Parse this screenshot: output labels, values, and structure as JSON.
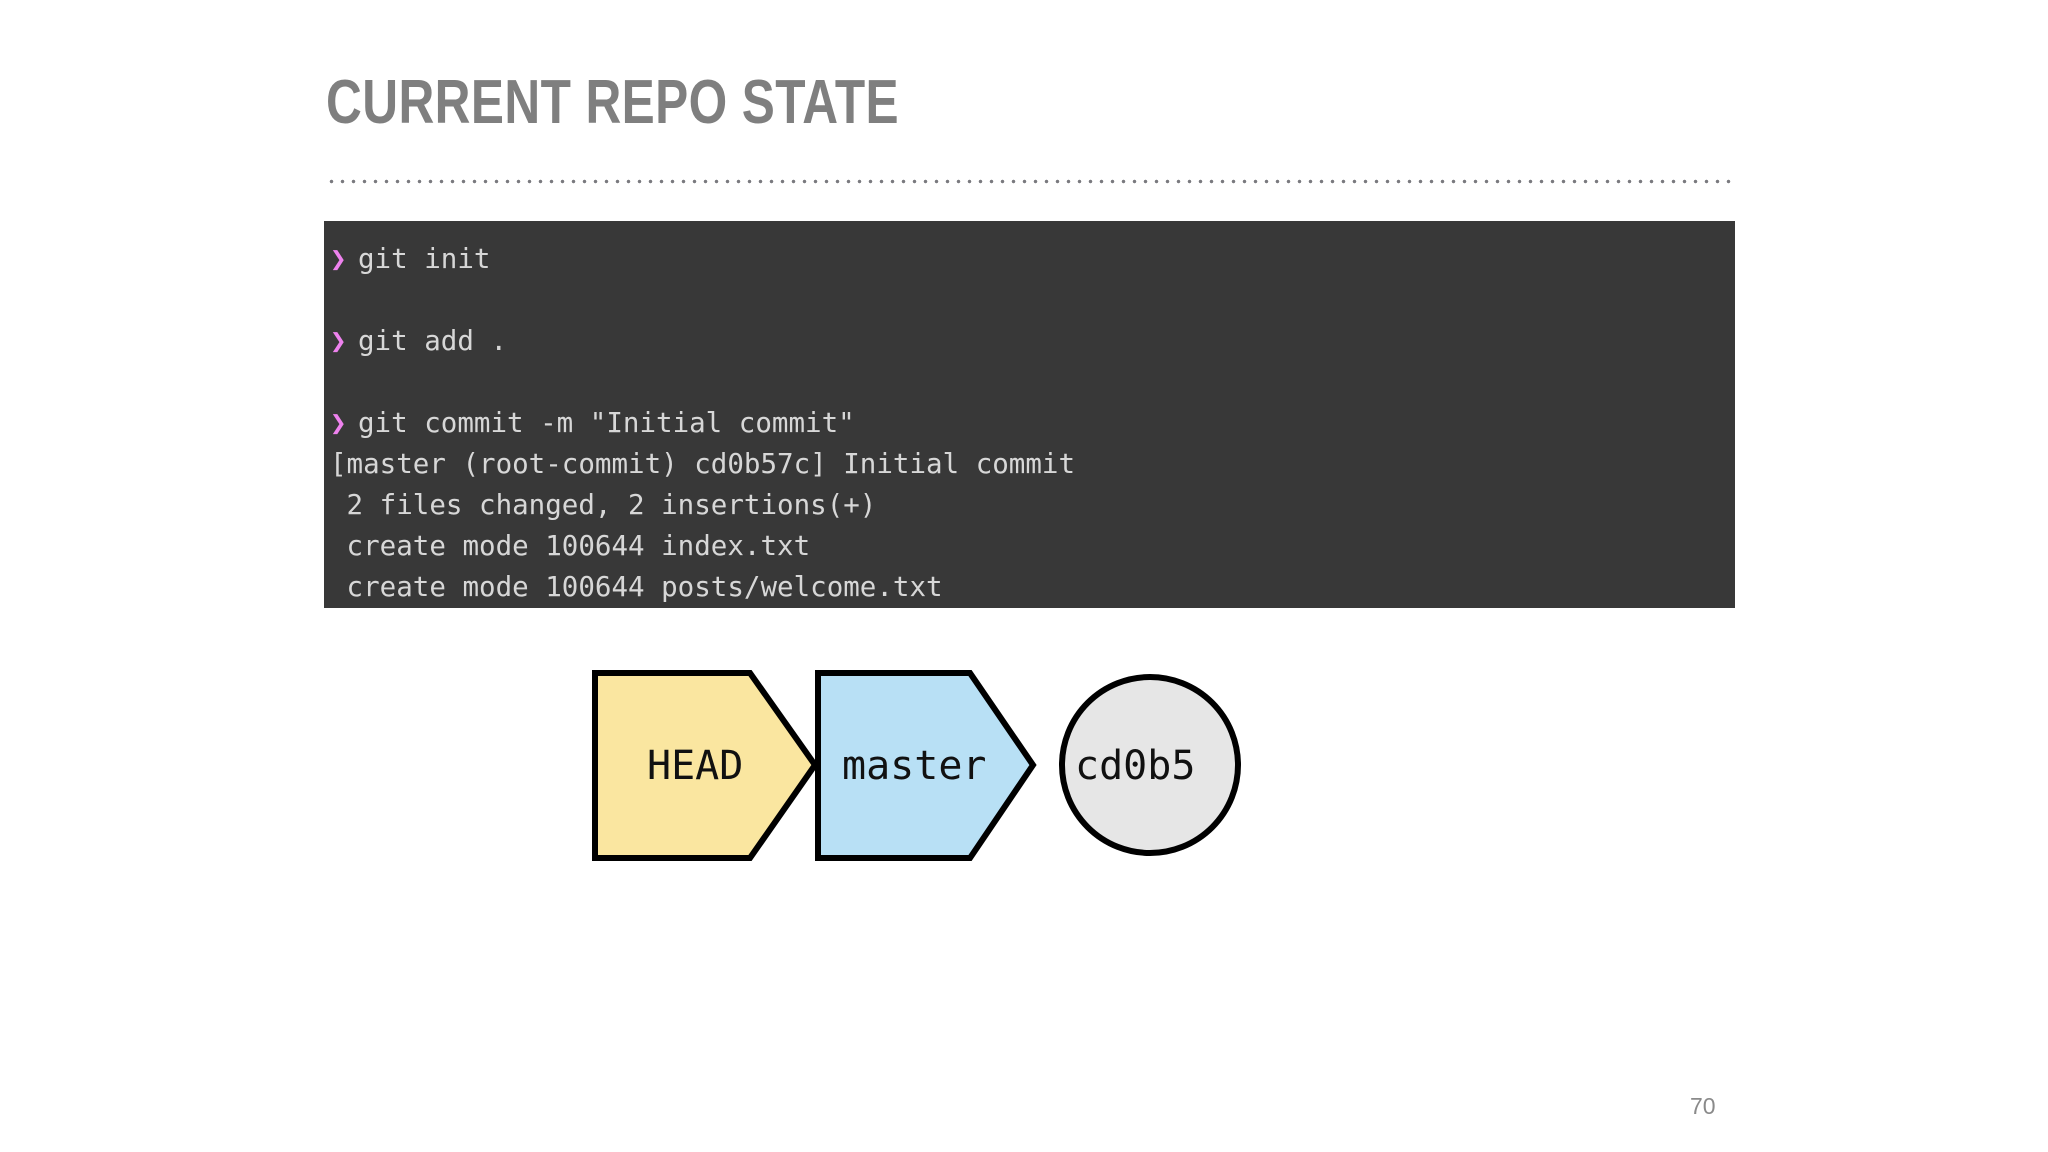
{
  "slide": {
    "title": "CURRENT REPO STATE",
    "page_number": "70",
    "background_color": "#ffffff",
    "title_color": "#7f7f7f",
    "rule_color": "#7a7a7f"
  },
  "terminal": {
    "background_color": "#383838",
    "text_color": "#d7d7d7",
    "prompt_color": "#ee82ee",
    "prompt_symbol": "❯",
    "lines": [
      {
        "type": "command",
        "text": "git init"
      },
      {
        "type": "blank",
        "text": ""
      },
      {
        "type": "command",
        "text": "git add ."
      },
      {
        "type": "blank",
        "text": ""
      },
      {
        "type": "command",
        "text": "git commit -m \"Initial commit\""
      },
      {
        "type": "output",
        "text": "[master (root-commit) cd0b57c] Initial commit"
      },
      {
        "type": "output",
        "text": " 2 files changed, 2 insertions(+)"
      },
      {
        "type": "output",
        "text": " create mode 100644 index.txt"
      },
      {
        "type": "output",
        "text": " create mode 100644 posts/welcome.txt"
      }
    ]
  },
  "diagram": {
    "nodes": [
      {
        "id": "head",
        "label": "HEAD",
        "shape": "arrow-pentagon",
        "fill": "#fae6a0",
        "stroke": "#000000"
      },
      {
        "id": "master",
        "label": "master",
        "shape": "arrow-pentagon",
        "fill": "#b8e0f5",
        "stroke": "#000000"
      },
      {
        "id": "commit",
        "label": "cd0b5",
        "shape": "circle",
        "fill": "#e6e6e6",
        "stroke": "#000000"
      }
    ]
  }
}
